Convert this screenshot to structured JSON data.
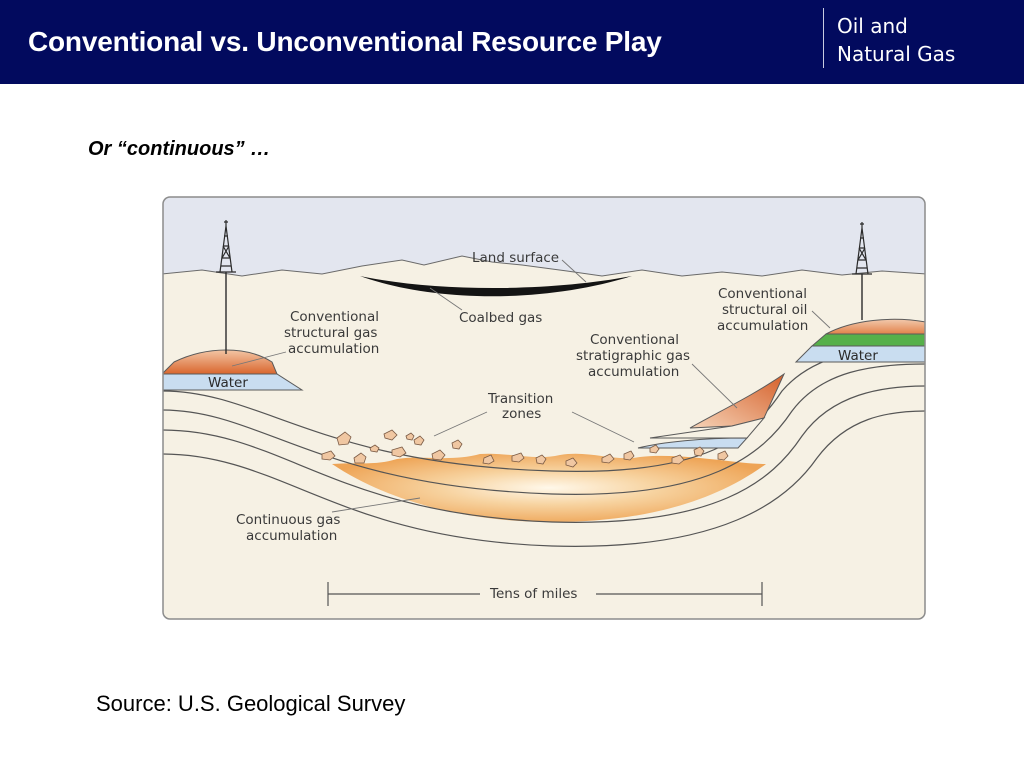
{
  "header": {
    "title": "Conventional vs. Unconventional Resource Play",
    "brand_line1": "Oil and",
    "brand_line2": "Natural Gas"
  },
  "subtitle": "Or “continuous” …",
  "source": "Source: U.S. Geological Survey",
  "diagram": {
    "labels": {
      "land_surface": "Land surface",
      "coalbed_gas": "Coalbed gas",
      "conv_gas_1": "Conventional",
      "conv_gas_2": "structural gas",
      "conv_gas_3": "accumulation",
      "water_left": "Water",
      "transition_1": "Transition",
      "transition_2": "zones",
      "conv_strat_1": "Conventional",
      "conv_strat_2": "stratigraphic gas",
      "conv_strat_3": "accumulation",
      "conv_oil_1": "Conventional",
      "conv_oil_2": "structural oil",
      "conv_oil_3": "accumulation",
      "water_right": "Water",
      "continuous_1": "Continuous gas",
      "continuous_2": "accumulation",
      "scale": "Tens of miles"
    },
    "colors": {
      "sky": "#e3e6ef",
      "ground": "#f6f1e4",
      "gas": "#e87a3c",
      "oil": "#56b04a",
      "water": "#c9ddf0",
      "continuous_gas": "#f2b46a",
      "stroke": "#4d4d4d"
    }
  }
}
